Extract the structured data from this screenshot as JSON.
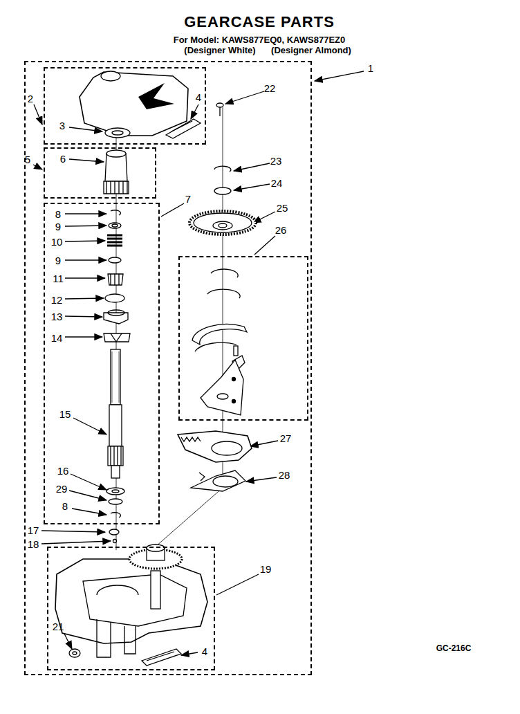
{
  "diagram": {
    "title": "GEARCASE PARTS",
    "nodes": [
      {
        "text": [
          "1"
        ]
      },
      {
        "text": [
          "2"
        ],
        "in": 0
      },
      {
        "text": [
          "5"
        ],
        "in": 0
      },
      {
        "text": [
          "7"
        ],
        "in": 0
      },
      {
        "text": [
          "26"
        ],
        "in": 0
      },
      {
        "text": [
          "19"
        ],
        "in": 0
      }
    ],
    "labels": [
      "For Model: KAWS877EQ0, KAWS877EZ0",
      "(Designer White)",
      "(Designer Almond)",
      "22",
      "3",
      "4",
      "6",
      "23",
      "24",
      "25",
      "8",
      "9",
      "10",
      "9",
      "11",
      "12",
      "13",
      "14",
      "15",
      "16",
      "29",
      "8",
      "17",
      "18",
      "27",
      "28",
      "21",
      "4",
      "GC-216C"
    ]
  }
}
